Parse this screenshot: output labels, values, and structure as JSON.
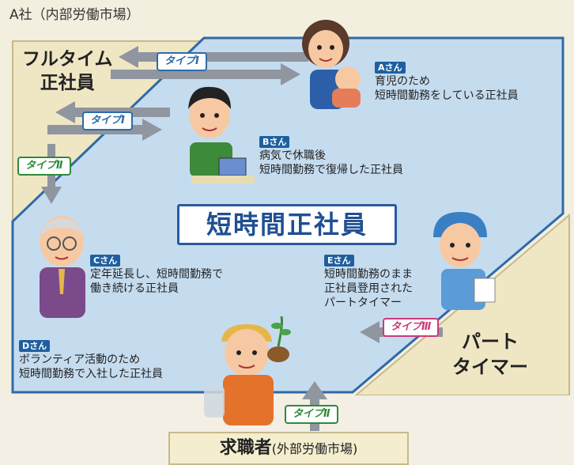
{
  "company_label": "A社（内部労働市場）",
  "fulltime_label": [
    "フルタイム",
    "正社員"
  ],
  "center_title": "短時間正社員",
  "parttime_label": [
    "パート",
    "タイマー"
  ],
  "jobseeker": {
    "main": "求職者",
    "sub": "(外部労働市場)"
  },
  "types": {
    "type1": "タイプⅠ",
    "type2": "タイプⅡ",
    "type3": "タイプⅢ"
  },
  "persons": [
    {
      "badge": "Aさん",
      "lines": [
        "育児のため",
        "短時間勤務をしている正社員"
      ]
    },
    {
      "badge": "Bさん",
      "lines": [
        "病気で休職後",
        "短時間勤務で復帰した正社員"
      ]
    },
    {
      "badge": "Cさん",
      "lines": [
        "定年延長し、短時間勤務で",
        "働き続ける正社員"
      ]
    },
    {
      "badge": "Dさん",
      "lines": [
        "ボランティア活動のため",
        "短時間勤務で入社した正社員"
      ]
    },
    {
      "badge": "Eさん",
      "lines": [
        "短時間勤務のまま",
        "正社員登用された",
        "パートタイマー"
      ]
    }
  ],
  "colors": {
    "panel": "#c5dcef",
    "panel_border": "#2f6aa8",
    "arrow": "#8f96a0",
    "title_blue": "#1f4f92"
  }
}
